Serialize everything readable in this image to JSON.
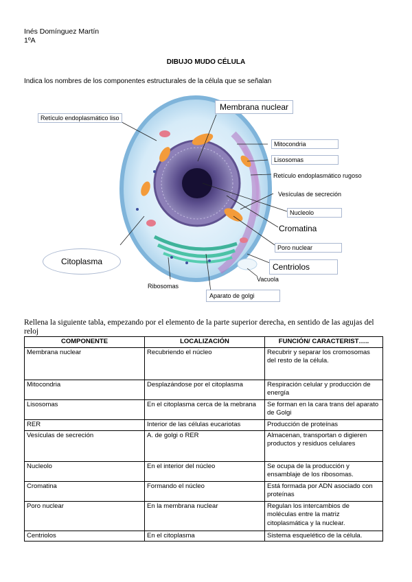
{
  "header": {
    "author": "Inés Domínguez Martín",
    "course": "1ºA"
  },
  "title": "DIBUJO MUDO CÉLULA",
  "instruction": "Indica los nombres de los componentes estructurales de la célula que se señalan",
  "diagram_labels": {
    "reticulo_liso": "Retículo endoplasmático liso",
    "membrana_nuclear": "Membrana nuclear",
    "mitocondria": "Mitocondria",
    "lisosomas": "Lisosomas",
    "reticulo_rugoso": "Retículo endoplasmático rugoso",
    "vesiculas": "Vesículas de secreción",
    "nucleolo": "Nucleolo",
    "cromatina": "Cromatina",
    "poro_nuclear": "Poro nuclear",
    "centriolos": "Centriolos",
    "vacuola": "Vacuola",
    "aparato_golgi": "Aparato de golgi",
    "ribosomas": "Ribosomas",
    "citoplasma": "Citoplasma"
  },
  "table_instruction": "Rellena la siguiente tabla, empezando por el elemento de la parte superior derecha, en sentido de las agujas del reloj",
  "table": {
    "headers": [
      "COMPONENTE",
      "LOCALIZACIÓN",
      "FUNCIÓN/ CARACTERIST….."
    ],
    "rows": [
      [
        "Membrana nuclear",
        "Recubriendo el núcleo",
        "Recubrir y separar los cromosomas del resto de la célula."
      ],
      [
        "Mitocondria",
        "Desplazándose por el citoplasma",
        "Respiración celular y producción de energía"
      ],
      [
        "Lisosomas",
        "En el citoplasma cerca de la mebrana",
        "Se forman en la cara trans del aparato de Golgi"
      ],
      [
        "RER",
        "Interior de las células eucariotas",
        "Producción de proteínas"
      ],
      [
        "Vesículas de secreción",
        "A. de golgi o RER",
        "Almacenan, transportan o digieren productos y  residuos celulares"
      ],
      [
        "Nucleolo",
        "En el interior del núcleo",
        "Se ocupa de la producción y ensamblaje de los ribosomas."
      ],
      [
        "Cromatina",
        "Formando el núcleo",
        "Está formada por ADN asociado con proteínas"
      ],
      [
        "Poro nuclear",
        "En la membrana nuclear",
        "Regulan los intercambios de moléculas entre la matriz citoplasmática y la nuclear."
      ],
      [
        "Centriolos",
        "En el citoplasma",
        "Sistema esquelético de la célula."
      ]
    ]
  },
  "colors": {
    "border": "#000000",
    "label_border": "#a9b7d0",
    "cell_fill": "#cfe6f5",
    "nucleus": "#4a3f7a"
  }
}
